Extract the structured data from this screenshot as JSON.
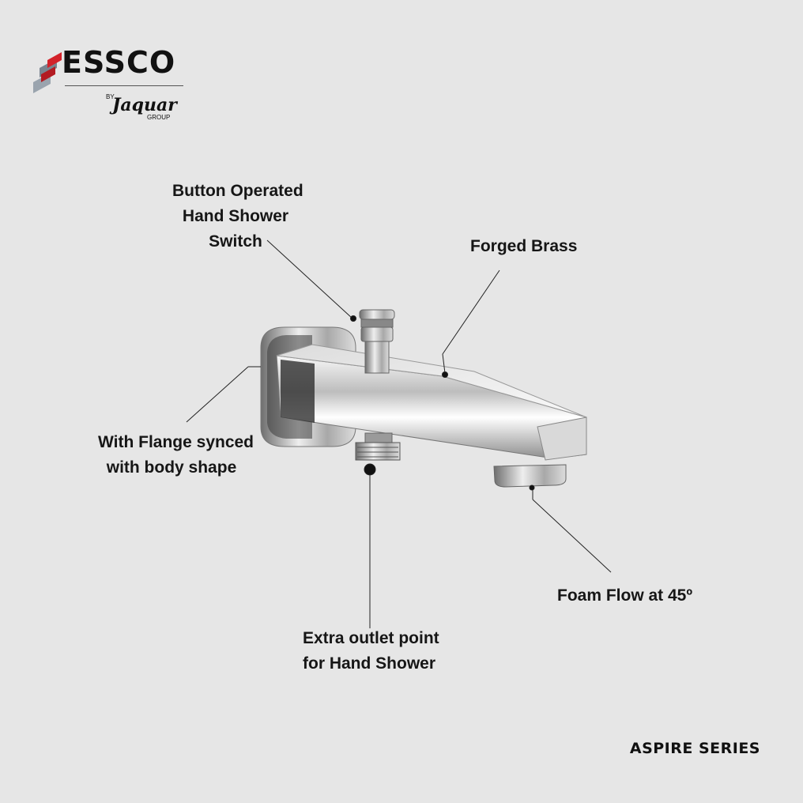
{
  "brand": {
    "logo_text": "ESSCO",
    "by": "BY",
    "sub_brand": "Jaquar",
    "group": "GROUP"
  },
  "callouts": {
    "button_operated": [
      "Button Operated",
      "Hand Shower",
      "Switch"
    ],
    "forged_brass": [
      "Forged Brass"
    ],
    "flange": [
      "With Flange synced",
      "with body shape"
    ],
    "foam_flow": [
      "Foam Flow at 45º"
    ],
    "extra_outlet": [
      "Extra outlet point",
      "for Hand Shower"
    ]
  },
  "series_label": "ASPIRE SERIES",
  "colors": {
    "background": "#e6e6e6",
    "logo_red": "#d3222a",
    "logo_gray": "#7a8590"
  }
}
